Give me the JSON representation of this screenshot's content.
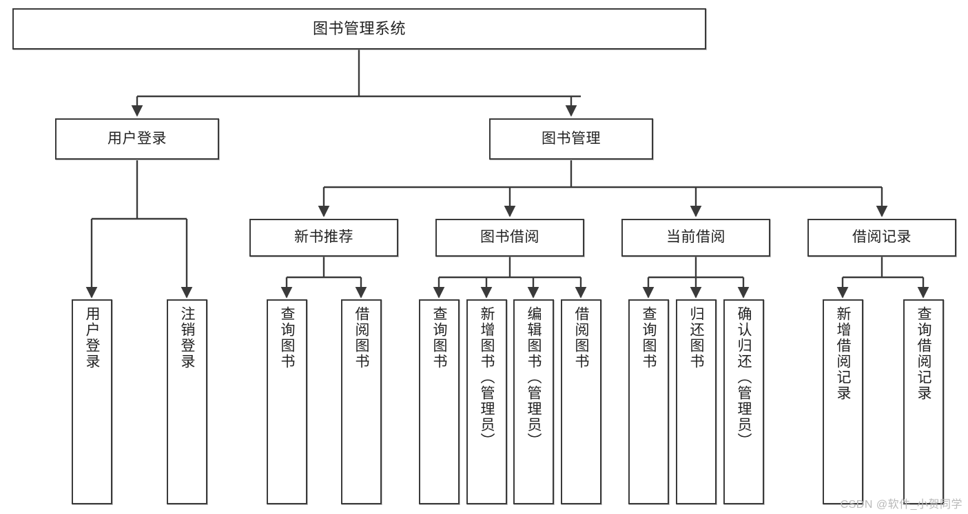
{
  "diagram": {
    "type": "tree",
    "title": "图书管理系统",
    "colors": {
      "box_border": "#3a3a3a",
      "box_fill": "#ffffff",
      "edge": "#3a3a3a",
      "text": "#222222",
      "watermark": "#b9b9b9"
    },
    "root": {
      "label": "图书管理系统"
    },
    "level1": [
      {
        "label": "用户登录"
      },
      {
        "label": "图书管理"
      }
    ],
    "level2": [
      {
        "label": "新书推荐"
      },
      {
        "label": "图书借阅"
      },
      {
        "label": "当前借阅"
      },
      {
        "label": "借阅记录"
      }
    ],
    "leaves": {
      "user_login": [
        {
          "label": "用户登录"
        },
        {
          "label": "注销登录"
        }
      ],
      "new_book": [
        {
          "label": "查询图书"
        },
        {
          "label": "借阅图书"
        }
      ],
      "book_borrow": [
        {
          "label": "查询图书"
        },
        {
          "label": "新增图书（管理员）"
        },
        {
          "label": "编辑图书（管理员）"
        },
        {
          "label": "借阅图书"
        }
      ],
      "current_borrow": [
        {
          "label": "查询图书"
        },
        {
          "label": "归还图书"
        },
        {
          "label": "确认归还（管理员）"
        }
      ],
      "borrow_record": [
        {
          "label": "新增借阅记录"
        },
        {
          "label": "查询借阅记录"
        }
      ]
    }
  },
  "watermark": {
    "text": "CSDN @软件_小贺同学"
  }
}
